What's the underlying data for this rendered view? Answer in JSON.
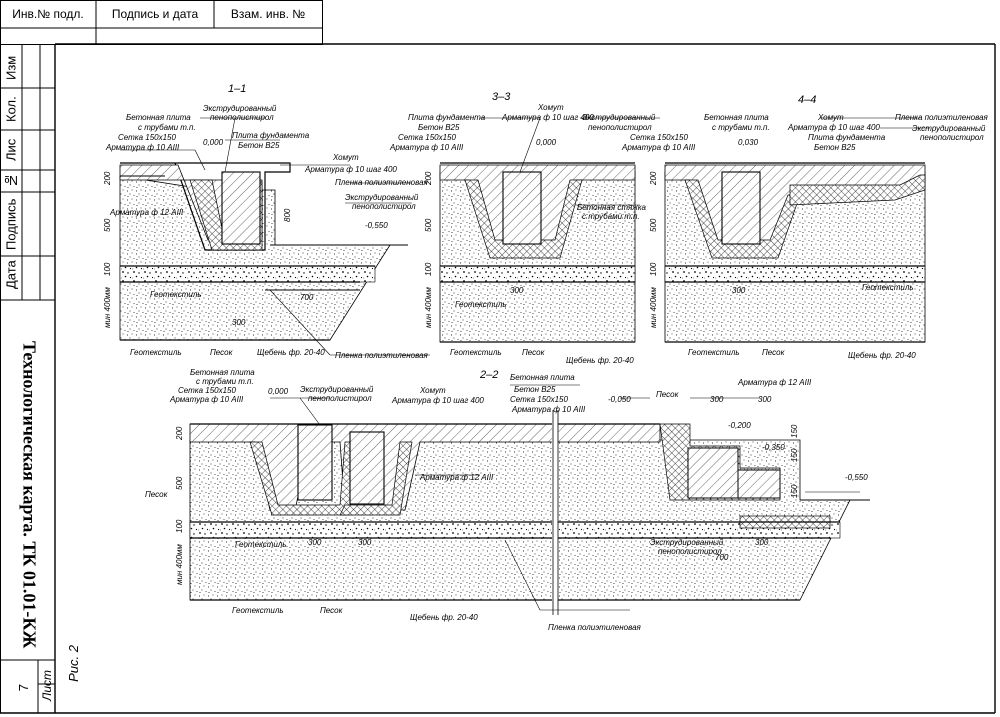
{
  "stamp_top": {
    "inv_podl": "Инв.№ подл.",
    "podpis_data": "Подпись и дата",
    "vzam_inv": "Взам. инв. №"
  },
  "left_strip": {
    "izm": "Изм",
    "kol": "Кол.",
    "list": "Лис",
    "num": "№",
    "podpis": "Подпись",
    "data": "Дата"
  },
  "title": "Технологическая карта. ТК 01.01-КЖ",
  "figure_label": "Рис. 2",
  "sheet_label": "Лист",
  "sheet_number": "7",
  "sections": {
    "s11": "1–1",
    "s22": "2–2",
    "s33": "3–3",
    "s44": "4–4"
  },
  "labels": {
    "concrete_slab_pipes": "Бетонная плита",
    "with_pipes": "с трубами т.п.",
    "mesh": "Сетка 150х150",
    "rebar10": "Арматура ф 10 AIII",
    "rebar12": "Арматура ф 12 AIII",
    "xps1": "Экструдированный",
    "xps2": "пенополистирол",
    "found_slab": "Плита фундамента",
    "concrete_b25": "Бетон B25",
    "stirrup": "Хомут",
    "rebar_step": "Арматура ф 10 шаг 400",
    "pe_film": "Пленка полиэтиленовая",
    "geotextile": "Геотекстиль",
    "sand": "Песок",
    "gravel": "Щебень фр. 20-40",
    "screed1": "Бетонная стяжка",
    "screed2": "с трубами т.п.",
    "mesh2": "Сетка 150х150"
  },
  "levels": {
    "l0": "0,000",
    "l0_030": "0,030",
    "l_550": "-0,550",
    "l_050": "-0,050",
    "l_200": "-0,200",
    "l_350": "-0,350"
  },
  "dims": {
    "d200": "200",
    "d500": "500",
    "d800": "800",
    "d100": "100",
    "dmin400": "мин 400мм",
    "d300": "300",
    "d700": "700",
    "d150": "150"
  }
}
